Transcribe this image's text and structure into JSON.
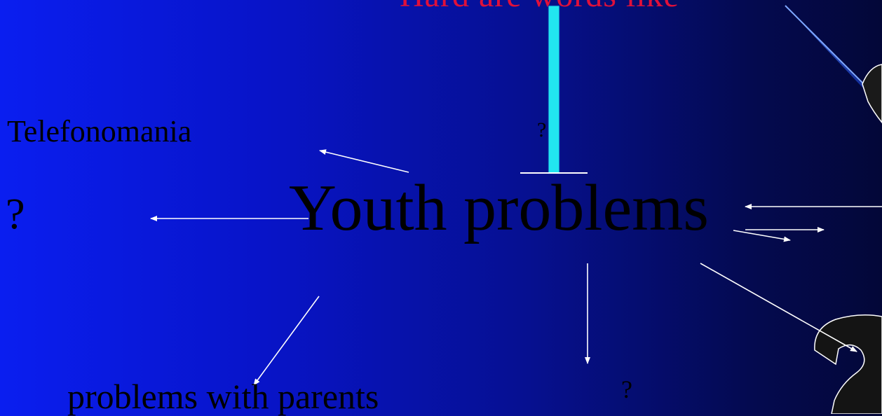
{
  "diagram": {
    "top_heading": "Hard are words like",
    "center_label": "Youth problems",
    "nodes": {
      "telefonomania": "Telefonomania",
      "left_question": "?",
      "top_question": "?",
      "parents": "problems with parents",
      "bottom_question": "?"
    },
    "decorations": [
      "large-question-mark-icon",
      "large-question-mark-icon"
    ]
  },
  "colors": {
    "background_left": "#0a1ef0",
    "background_right": "#030738",
    "arrow": "#ffffff",
    "bar": "#22e6f0",
    "heading": "#e0103a",
    "text": "#000000"
  }
}
